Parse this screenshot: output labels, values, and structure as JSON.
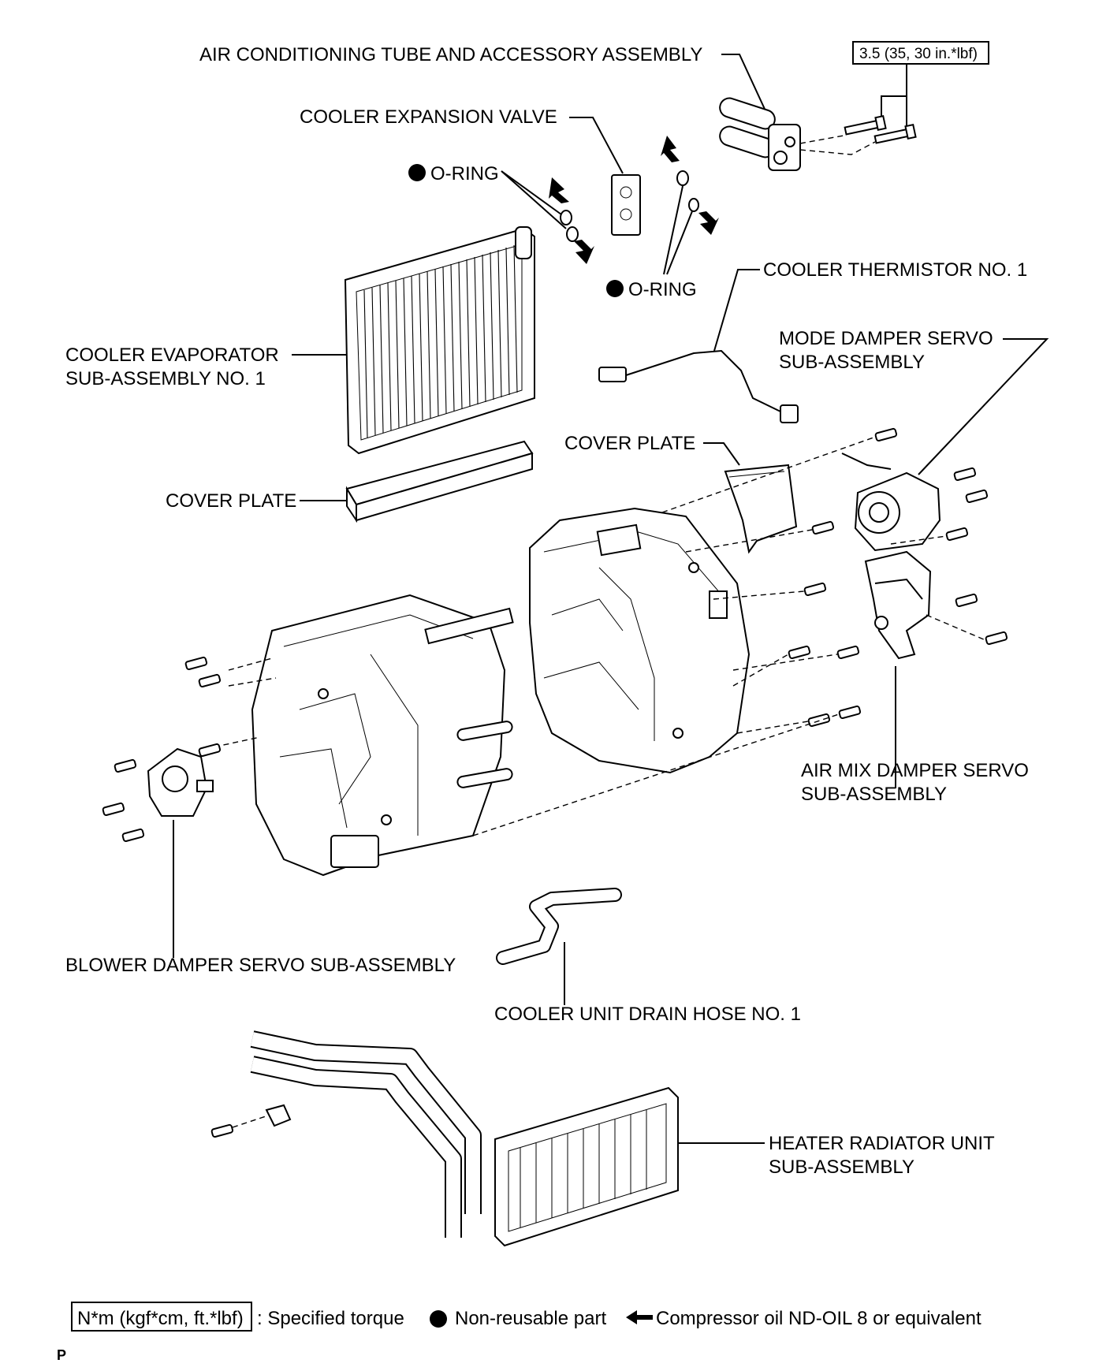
{
  "labels": {
    "ac_tube": "AIR CONDITIONING TUBE AND ACCESSORY ASSEMBLY",
    "torque_box": "3.5 (35, 30 in.*lbf)",
    "expansion_valve": "COOLER EXPANSION VALVE",
    "oring_upper": "O-RING",
    "oring_lower": "O-RING",
    "thermistor": "COOLER THERMISTOR NO. 1",
    "mode_servo_1": "MODE DAMPER SERVO",
    "mode_servo_2": "SUB-ASSEMBLY",
    "evaporator_1": "COOLER EVAPORATOR",
    "evaporator_2": "SUB-ASSEMBLY NO. 1",
    "cover_plate_right": "COVER PLATE",
    "cover_plate_left": "COVER PLATE",
    "air_mix_servo_1": "AIR MIX DAMPER SERVO",
    "air_mix_servo_2": "SUB-ASSEMBLY",
    "blower_servo": "BLOWER DAMPER SERVO SUB-ASSEMBLY",
    "drain_hose": "COOLER UNIT DRAIN HOSE NO. 1",
    "heater_radiator_1": "HEATER RADIATOR UNIT",
    "heater_radiator_2": "SUB-ASSEMBLY"
  },
  "legend": {
    "torque_unit": "N*m (kgf*cm, ft.*lbf)",
    "torque_text": ": Specified torque",
    "nonreusable_text": "Non-reusable part",
    "oil_text": "Compressor oil ND-OIL 8 or equivalent"
  },
  "footer": {
    "page_mark": "P"
  }
}
